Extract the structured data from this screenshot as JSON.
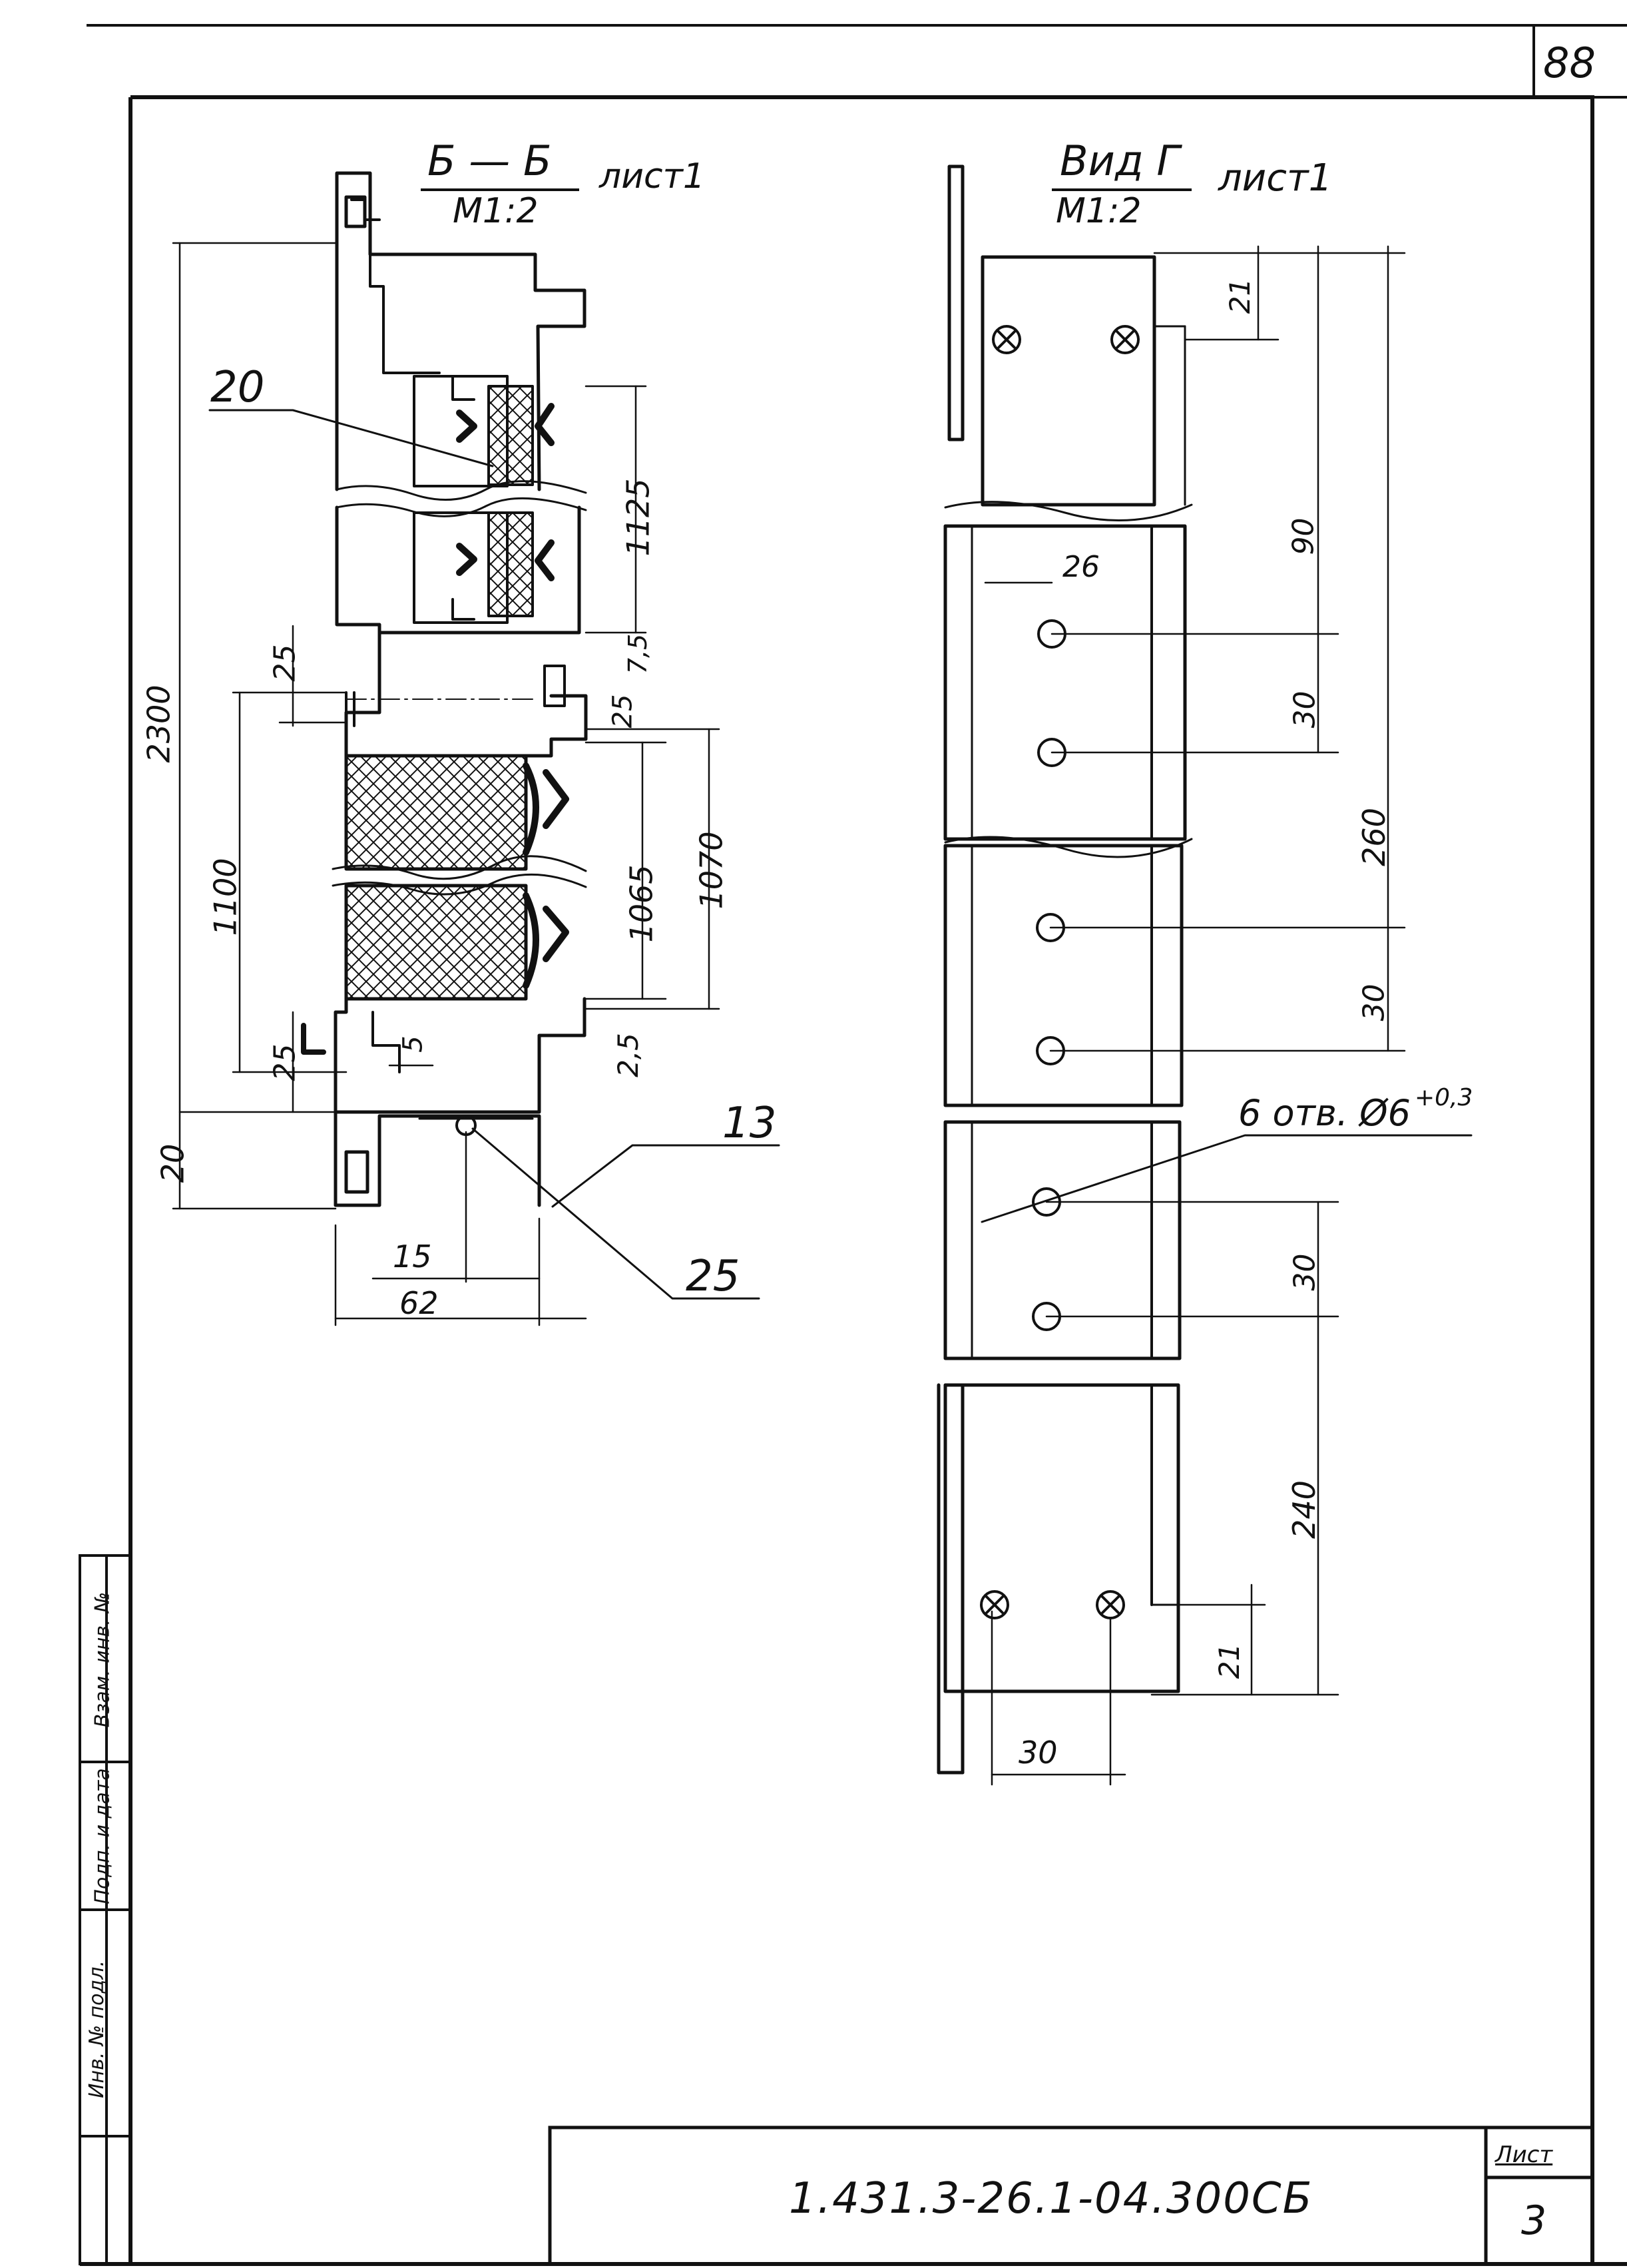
{
  "sheet_number": "88",
  "section_bb": {
    "label": "Б — Б",
    "scale": "М1:2",
    "sheet_ref": "лист1"
  },
  "view_g": {
    "label": "Вид Г",
    "scale": "М1:2",
    "sheet_ref": "лист1"
  },
  "bb_dims": {
    "d2300": "2300",
    "d1100": "1100",
    "d25_top": "25",
    "d25_bottom": "25",
    "d20": "20",
    "d1125": "1125",
    "d75": "7,5",
    "d25_mid": "25",
    "d1065": "1065",
    "d1070": "1070",
    "d25_low": "2,5",
    "d5": "5",
    "d15": "15",
    "d62": "62"
  },
  "bb_callouts": {
    "p20": "20",
    "p13": "13",
    "p25": "25"
  },
  "g_dims": {
    "d21_top": "21",
    "d90": "90",
    "d26": "26",
    "d30_a": "30",
    "d260": "260",
    "d30_b": "30",
    "holes": "6 отв. Ø6",
    "holes_tol": "+0,3",
    "d30_c": "30",
    "d240": "240",
    "d21_bottom": "21",
    "d30_bottom": "30"
  },
  "margin_stamp": {
    "inv_orig": "Инв. № подл.",
    "sign_date": "Подп. и дата",
    "inv_repl": "Взам. инв. №"
  },
  "title_block": {
    "designation": "1.431.3-26.1-04.300СБ",
    "sheet_label": "Лист",
    "sheet_value": "3"
  }
}
